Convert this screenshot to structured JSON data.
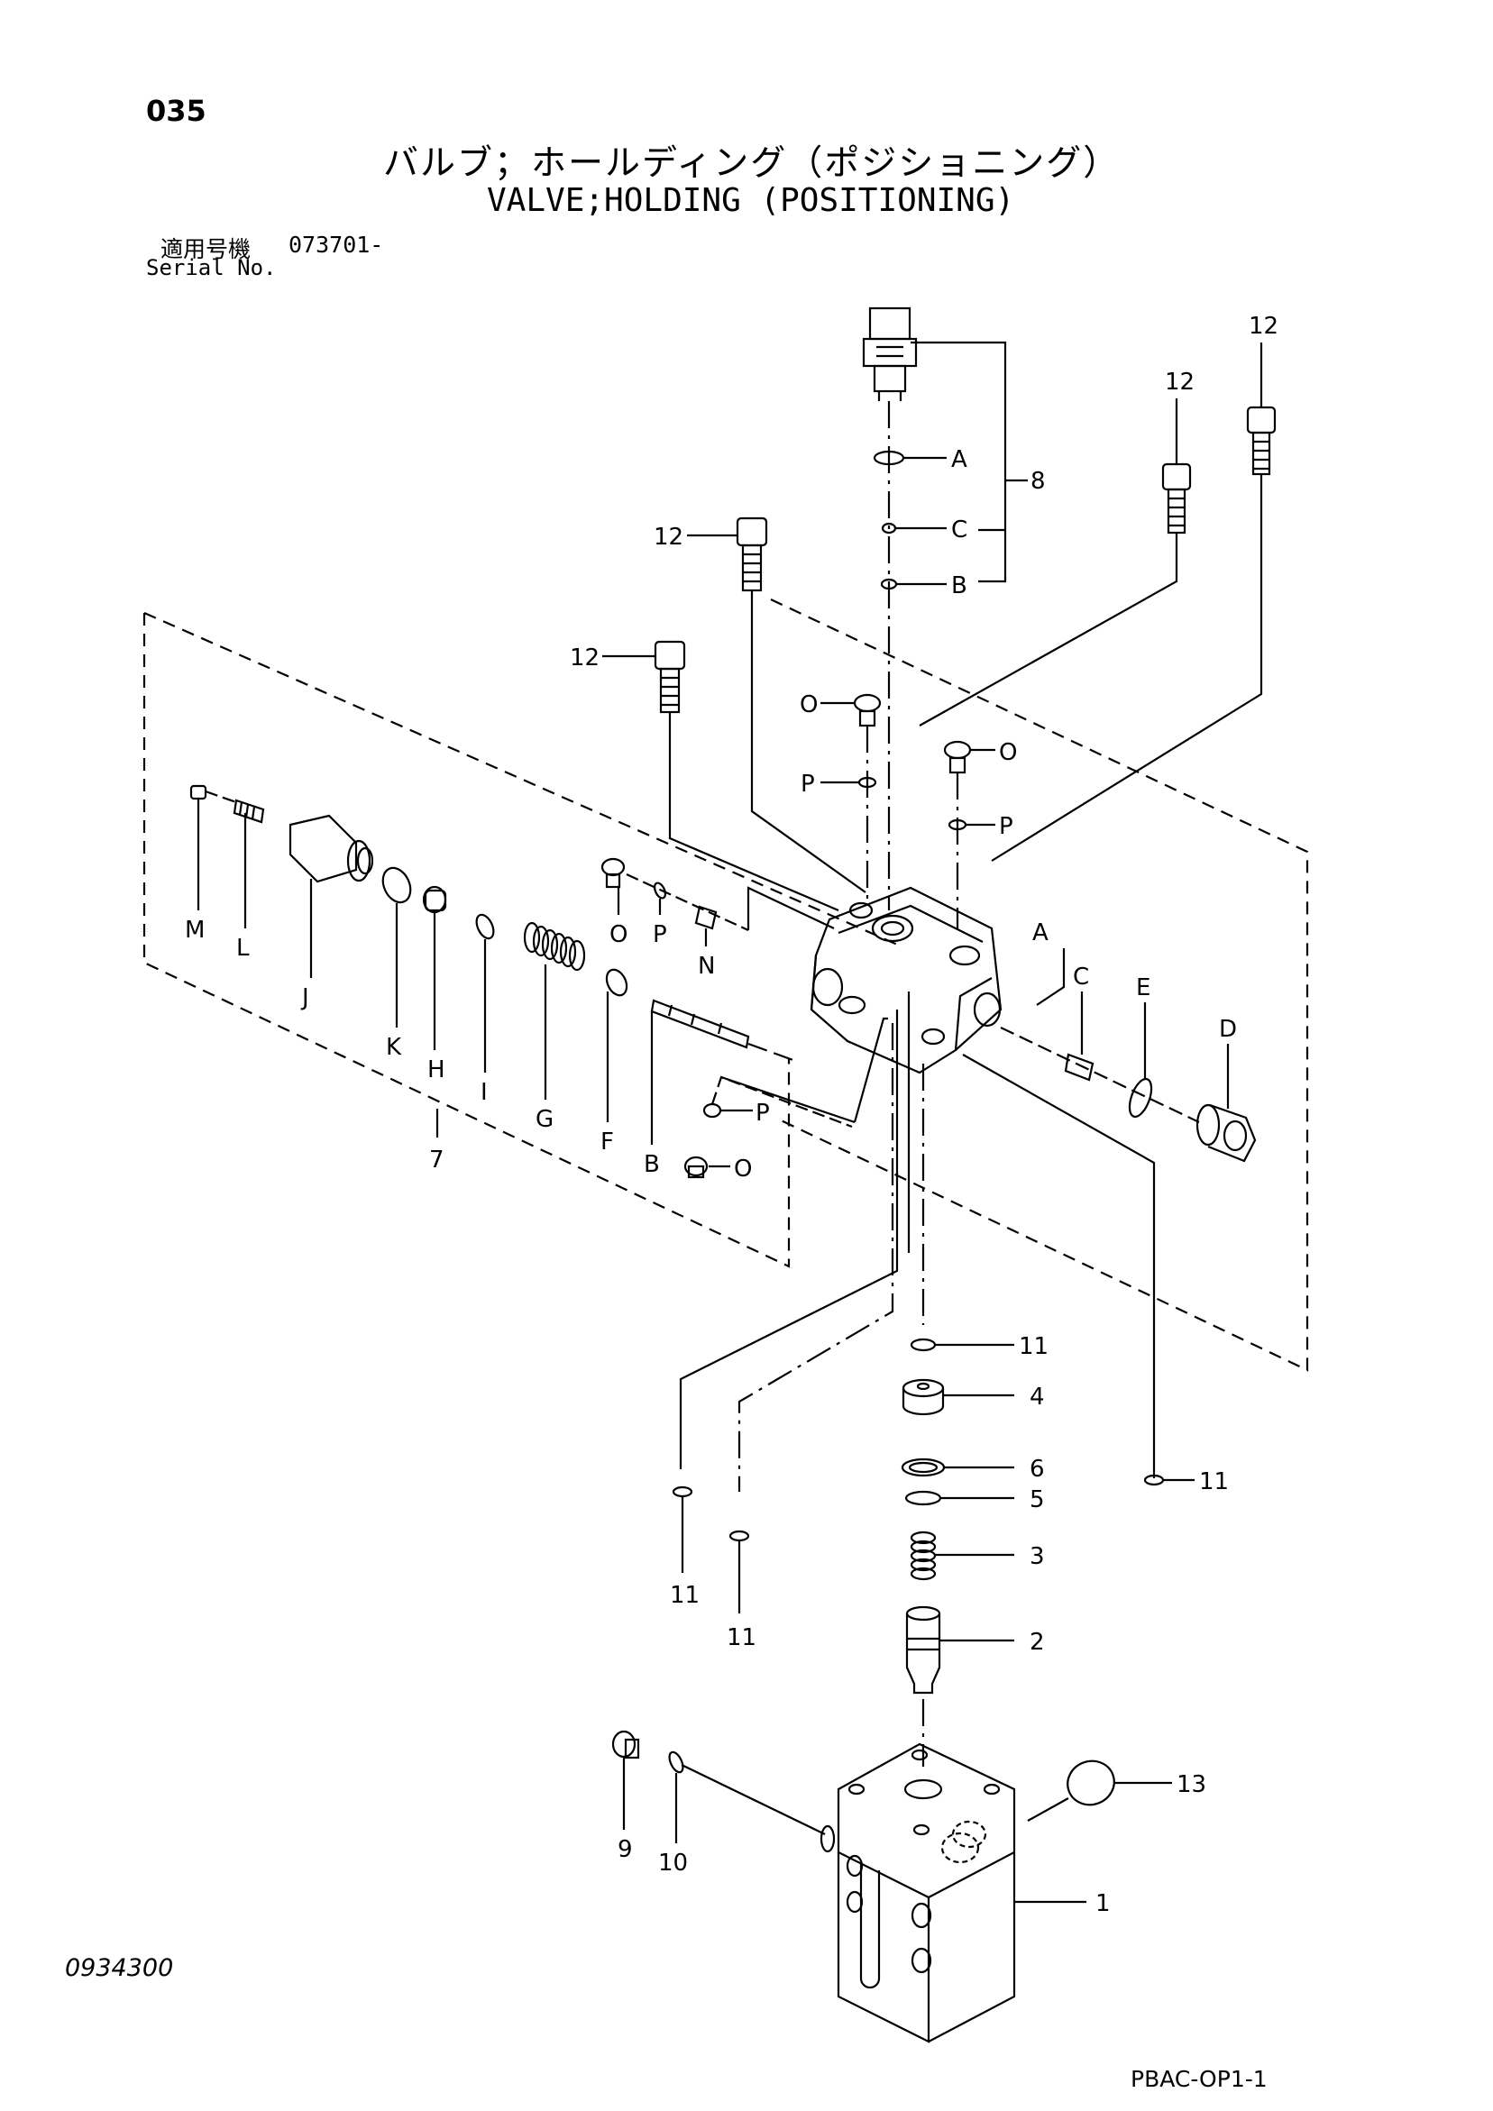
{
  "header": {
    "page_number": "035",
    "title_jp": "バルブ；ホールディング（ポジショニング）",
    "title_en": "VALVE;HOLDING (POSITIONING)",
    "serial_label_jp": "適用号機",
    "serial_value": "073701-",
    "serial_label_en": "Serial No."
  },
  "footer": {
    "drawing_number": "0934300",
    "reference_code": "PBAC-OP1-1"
  },
  "callouts": {
    "c8": "8",
    "c12a": "12",
    "c12b": "12",
    "c12c": "12",
    "c12d": "12",
    "cA1": "A",
    "cC1": "C",
    "cB1": "B",
    "cO1": "O",
    "cP1": "P",
    "cO2": "O",
    "cP2": "P",
    "cM": "M",
    "cL": "L",
    "cJ": "J",
    "cK": "K",
    "cH": "H",
    "cI": "I",
    "cG": "G",
    "cF": "F",
    "cB2": "B",
    "cO3": "O",
    "cP3": "P",
    "cN": "N",
    "cA2": "A",
    "cC2": "C",
    "cE": "E",
    "cD": "D",
    "cP4": "P",
    "cO4": "O",
    "c7": "7",
    "c11a": "11",
    "c11b": "11",
    "c11c": "11",
    "c11d": "11",
    "c4": "4",
    "c6": "6",
    "c5": "5",
    "c3": "3",
    "c2": "2",
    "c13": "13",
    "c1": "1",
    "c9": "9",
    "c10": "10"
  }
}
